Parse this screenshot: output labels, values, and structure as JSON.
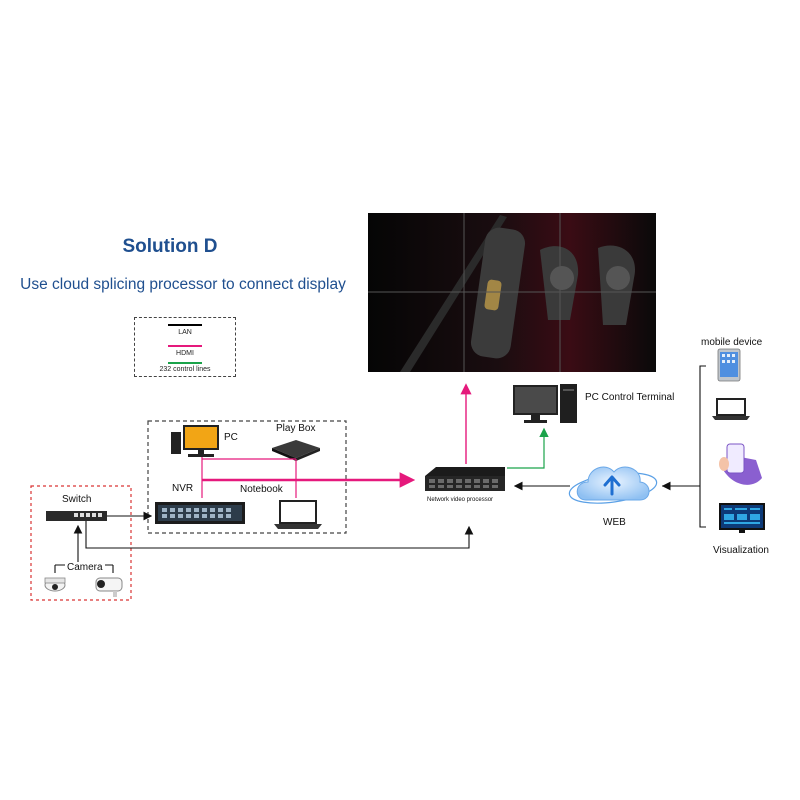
{
  "header": {
    "title": "Solution D",
    "subtitle": "Use cloud splicing processor to connect display"
  },
  "legend": {
    "items": [
      {
        "label": "LAN",
        "color": "#000000"
      },
      {
        "label": "HDMI",
        "color": "#e5197c"
      },
      {
        "label": "232 control lines",
        "color": "#1aa34a"
      }
    ]
  },
  "nodes": {
    "pc": "PC",
    "play_box": "Play Box",
    "nvr": "NVR",
    "notebook": "Notebook",
    "switch": "Switch",
    "camera": "Camera",
    "processor": "Network video processor",
    "pc_control": "PC Control Terminal",
    "web": "WEB",
    "mobile_device": "mobile device",
    "visualization": "Visualization"
  },
  "colors": {
    "lan": "#000000",
    "hdmi": "#e5197c",
    "control": "#1aa34a",
    "title": "#1f4f8f"
  }
}
